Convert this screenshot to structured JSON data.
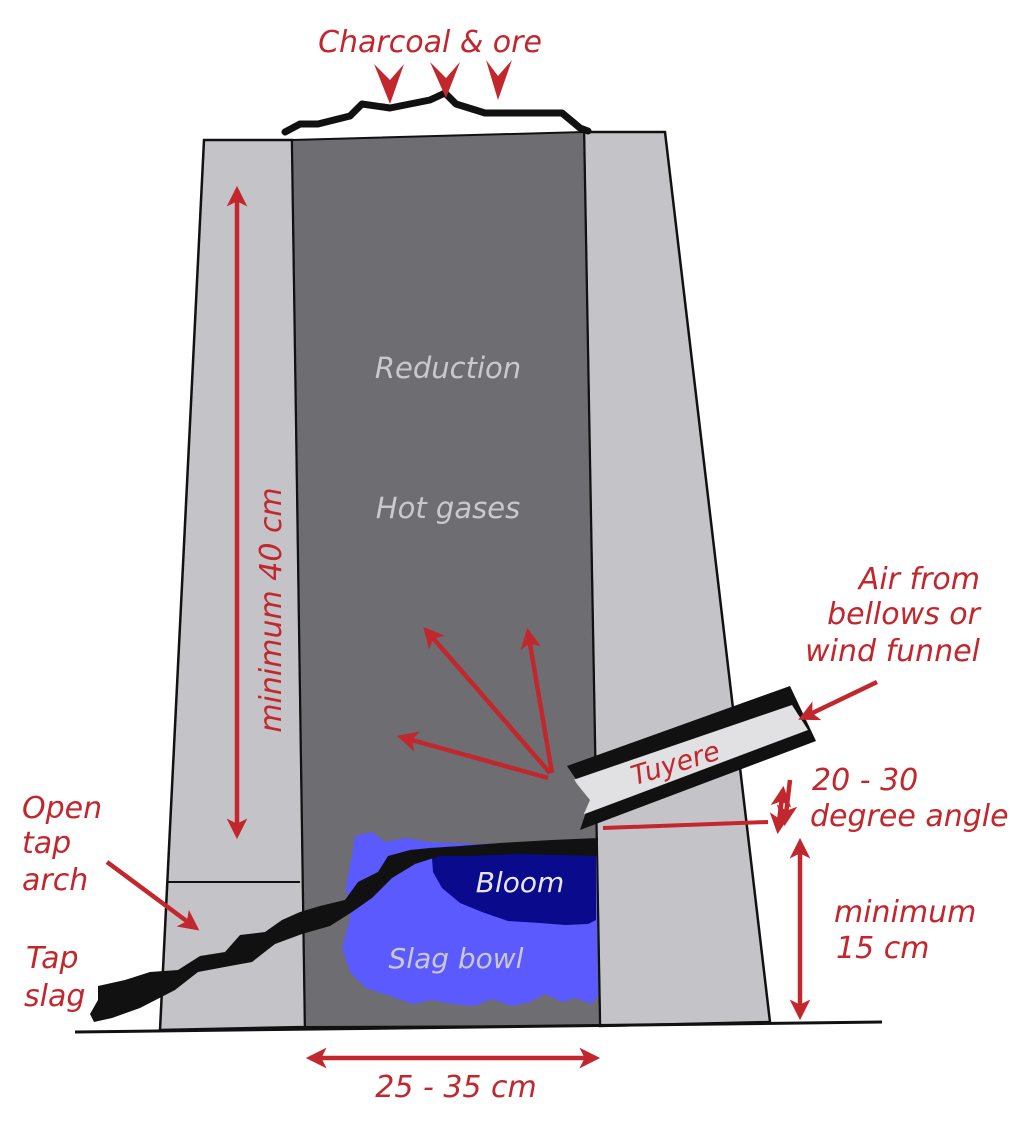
{
  "labels": {
    "charcoal_ore": "Charcoal & ore",
    "reduction": "Reduction",
    "hot_gases": "Hot gases",
    "min_40": "minimum 40 cm",
    "air_line1": "Air from",
    "air_line2": "bellows or",
    "air_line3": "wind funnel",
    "tuyere": "Tuyere",
    "angle_line1": "20 - 30",
    "angle_line2": "degree angle",
    "open_tap_line1": "Open",
    "open_tap_line2": "tap",
    "open_tap_line3": "arch",
    "tap_slag_line1": "Tap",
    "tap_slag_line2": "slag",
    "bloom": "Bloom",
    "slag_bowl": "Slag bowl",
    "min_15_line1": "minimum",
    "min_15_line2": "15 cm",
    "width_range": "25 - 35 cm"
  },
  "colors": {
    "wall": "#c4c4c8",
    "shaft": "#6d6d72",
    "slag_bowl": "#5a5aff",
    "bloom": "#0a0a8c",
    "slag_black": "#111111",
    "annotation": "#c1272d",
    "tuyere_fill": "#e1e1e3"
  }
}
